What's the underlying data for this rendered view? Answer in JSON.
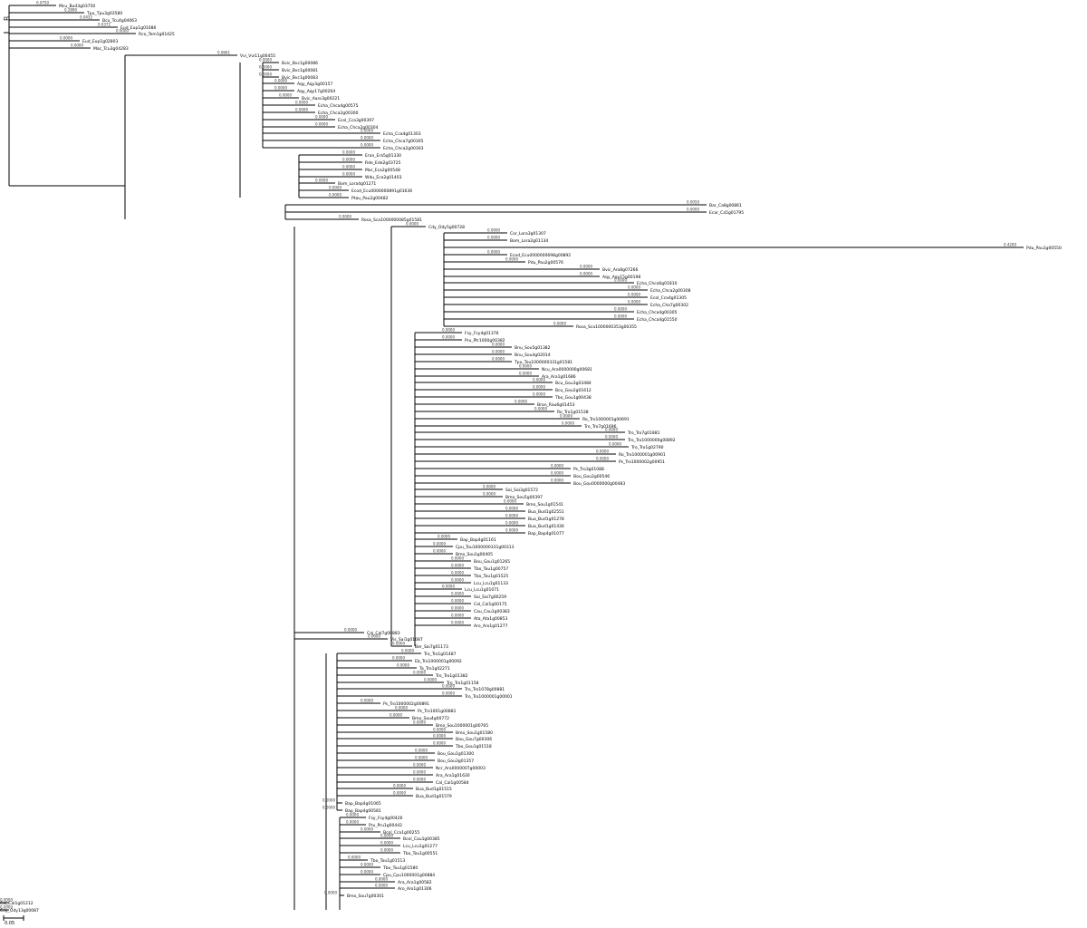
{
  "root_tag": "R",
  "scale_label": "0.05",
  "leaves": [
    {
      "label": "Mcu_Bud3g03750",
      "support": "0.0750"
    },
    {
      "label": "Tpu_Tpu3g03580",
      "support": "0.2890"
    },
    {
      "label": "Bcu_Tcu4g04063",
      "support": "0.0432"
    },
    {
      "label": "Eud_Eup1g01086",
      "support": "0.0372"
    },
    {
      "label": "Rco_Tem1g01425",
      "support": "0.0000"
    },
    {
      "label": "Eud_Eup1g02803",
      "support": "0.0000"
    },
    {
      "label": "Mac_Tcu3g04283",
      "support": "0.0000"
    },
    {
      "label": "Vvi_Vvi11g00455",
      "support": "0.0661"
    },
    {
      "label": "Bvic_Bvc1g00086",
      "support": "0.0000"
    },
    {
      "label": "Bvic_Bvc1g00081",
      "support": "0.0000"
    },
    {
      "label": "Bvic_Bvc1g00083",
      "support": "0.0000"
    },
    {
      "label": "Aqy_Aqy3g00157",
      "support": "0.0000"
    },
    {
      "label": "Aqy_Aqy17g00264",
      "support": "0.0000"
    },
    {
      "label": "Bvic_Aaro3g00221",
      "support": "0.0000"
    },
    {
      "label": "Echa_Chca4g00575",
      "support": "0.0000"
    },
    {
      "label": "Echa_Chca2g00300",
      "support": "0.0000"
    },
    {
      "label": "Ecol_Cca3g00397",
      "support": "0.0000"
    },
    {
      "label": "Echa_Chca2g00304",
      "support": "0.0000"
    },
    {
      "label": "Echa_Cca4g01303",
      "support": "0.0000"
    },
    {
      "label": "Echa_Chca7g00305",
      "support": "0.0000"
    },
    {
      "label": "Echa_Chca2g00303",
      "support": "0.0000"
    },
    {
      "label": "Eran_Era5g01330",
      "support": "0.0000"
    },
    {
      "label": "Rde_Ede2g03725",
      "support": "0.0000"
    },
    {
      "label": "Mar_Eca2g00548",
      "support": "0.0000"
    },
    {
      "label": "Wdu_Eca2g01403",
      "support": "0.0000"
    },
    {
      "label": "Bom_Lora4g01271",
      "support": "0.0000"
    },
    {
      "label": "Ecod_Ecu0000000891g01636",
      "support": "0.0000"
    },
    {
      "label": "Ptau_Pau2g00482",
      "support": "0.0000"
    },
    {
      "label": "Bar_Ca8g00861",
      "support": "0.0050"
    },
    {
      "label": "Ecar_Ca5g01795",
      "support": "0.0000"
    },
    {
      "label": "Rosa_Sca1000000085g01581",
      "support": "0.0000"
    },
    {
      "label": "Cdy_Ody5g00728",
      "support": "0.0000"
    },
    {
      "label": "Cor_Lora3g01307",
      "support": "0.0000"
    },
    {
      "label": "Bom_Lora2g01134",
      "support": "0.0000"
    },
    {
      "label": "Pdu_Pau1g00550",
      "support": "0.4200"
    },
    {
      "label": "Ecod_Ecu0000000698g00892",
      "support": "0.0000"
    },
    {
      "label": "Pdu_Pau2g00576",
      "support": "0.0000"
    },
    {
      "label": "Bvic_Aro8g07266",
      "support": "0.0000"
    },
    {
      "label": "Aqy_Aqy15g00198",
      "support": "0.0000"
    },
    {
      "label": "Echa_Chca6g01810",
      "support": "0.0000"
    },
    {
      "label": "Echa_Chca2g00308",
      "support": "0.0000"
    },
    {
      "label": "Ecol_Cca4g01305",
      "support": "0.0000"
    },
    {
      "label": "Echa_Cha7g00302",
      "support": "0.0000"
    },
    {
      "label": "Echa_Chca4g00305",
      "support": "0.0000"
    },
    {
      "label": "Echa_Chca4g01550",
      "support": "0.0000"
    },
    {
      "label": "Rosa_Sca1000000353g00355",
      "support": "0.0000"
    },
    {
      "label": "Fsy_Fsy4g01376",
      "support": "0.0000"
    },
    {
      "label": "Pru_Ptr1000g00382",
      "support": "0.0000"
    },
    {
      "label": "Bnu_Sou5g01382",
      "support": "0.0000"
    },
    {
      "label": "Bnu_Sou4g02014",
      "support": "0.0000"
    },
    {
      "label": "Tpu_Tou1000000331g01581",
      "support": "0.0000"
    },
    {
      "label": "Ncu_Ara0000000g00681",
      "support": "0.0000"
    },
    {
      "label": "Ara_Ara1g01686",
      "support": "0.0000"
    },
    {
      "label": "Bcu_Gou3g03484",
      "support": "0.0000"
    },
    {
      "label": "Bcu_Gou2g01612",
      "support": "0.0000"
    },
    {
      "label": "Tbo_Gou1g00438",
      "support": "0.0000"
    },
    {
      "label": "Bran_Rau6g01453",
      "support": "0.0000"
    },
    {
      "label": "Ro_Tro1g01538",
      "support": "0.0000"
    },
    {
      "label": "Ro_Tro1000001g00691",
      "support": "0.0000"
    },
    {
      "label": "Tro_Tro7g01696",
      "support": "0.0000"
    },
    {
      "label": "Tro_Tro7g01881",
      "support": "0.0000"
    },
    {
      "label": "Tro_Tro1000000g00892",
      "support": "0.0000"
    },
    {
      "label": "Tro_Tro1g02790",
      "support": "0.0000"
    },
    {
      "label": "Ro_Tro1000001g00901",
      "support": "0.0000"
    },
    {
      "label": "Ps_Tro1000002g00951",
      "support": "0.0000"
    },
    {
      "label": "Ps_Tro3g01088",
      "support": "0.0000"
    },
    {
      "label": "Bou_Gou2g00546",
      "support": "0.0000"
    },
    {
      "label": "Bou_Gou0000000g00483",
      "support": "0.0000"
    },
    {
      "label": "Sai_Sai3g01572",
      "support": "0.0000"
    },
    {
      "label": "Bmo_Sou5g00397",
      "support": "0.0000"
    },
    {
      "label": "Bmo_Sou1g01541",
      "support": "0.0000"
    },
    {
      "label": "Bua_Bud1g02551",
      "support": "0.0000"
    },
    {
      "label": "Bua_Bud1g01278",
      "support": "0.0000"
    },
    {
      "label": "Bua_Bud1g01436",
      "support": "0.0000"
    },
    {
      "label": "Bap_Bap4g01077",
      "support": "0.0000"
    },
    {
      "label": "Bap_Bap4g01161",
      "support": "0.0000"
    },
    {
      "label": "Cpu_Tou1000000331g00313",
      "support": "0.0000"
    },
    {
      "label": "Bmo_Sou1g00405",
      "support": "0.0000"
    },
    {
      "label": "Bou_Gou1g01265",
      "support": "0.0000"
    },
    {
      "label": "Tbo_Tou1g00757",
      "support": "0.0000"
    },
    {
      "label": "Tbo_Tou1g01525",
      "support": "0.0000"
    },
    {
      "label": "Lcu_Lcu1g01133",
      "support": "0.0000"
    },
    {
      "label": "Lcu_Lcu1g01071",
      "support": "0.0000"
    },
    {
      "label": "Sai_Sai7g00259",
      "support": "0.0000"
    },
    {
      "label": "Cal_Cal1g00175",
      "support": "0.0000"
    },
    {
      "label": "Cau_Cau1g00383",
      "support": "0.0000"
    },
    {
      "label": "Ata_Ata1g00853",
      "support": "0.0000"
    },
    {
      "label": "Aro_Aro1g01277",
      "support": "0.0000"
    },
    {
      "label": "Cal_Cal7g00883",
      "support": "0.0000"
    },
    {
      "label": "Vis_Sai1g01087",
      "support": "0.0000"
    },
    {
      "label": "Ber_Sai7g01173",
      "support": "0.0000"
    },
    {
      "label": "Tro_Tro1g01487",
      "support": "0.0000"
    },
    {
      "label": "Eb_Tro1000001g00092",
      "support": "0.0000"
    },
    {
      "label": "Ta_Tro1g02271",
      "support": "0.0000"
    },
    {
      "label": "Tro_Tro1g01382",
      "support": "0.0000"
    },
    {
      "label": "Tro_Tro1g01158",
      "support": "0.0000"
    },
    {
      "label": "Tro_Tro1078g00881",
      "support": "0.0000"
    },
    {
      "label": "Tro_Tro1000001g00001",
      "support": "0.0000"
    },
    {
      "label": "Ps_Tro1000002g00891",
      "support": "0.0000"
    },
    {
      "label": "Ps_Tro1001g00881",
      "support": "0.0000"
    },
    {
      "label": "Bmo_Sou4g00772",
      "support": "0.0000"
    },
    {
      "label": "Bmo_Sou1000001g00765",
      "support": "0.0000"
    },
    {
      "label": "Bmo_Sou1g01580",
      "support": "0.0000"
    },
    {
      "label": "Bau_Gou7g00306",
      "support": "0.0000"
    },
    {
      "label": "Tbo_Gou1g01518",
      "support": "0.0000"
    },
    {
      "label": "Bou_Gou1g01300",
      "support": "0.0000"
    },
    {
      "label": "Bou_Gou3g01357",
      "support": "0.0000"
    },
    {
      "label": "Ncr_Ara0000007g00003",
      "support": "0.0000"
    },
    {
      "label": "Ara_Ara1g01630",
      "support": "0.0000"
    },
    {
      "label": "Cal_Cal1g00584",
      "support": "0.0000"
    },
    {
      "label": "Bua_Bud1g01515",
      "support": "0.0000"
    },
    {
      "label": "Bua_Bud1g01579",
      "support": "0.0000"
    },
    {
      "label": "Bap_Bap4g01065",
      "support": "0.0000"
    },
    {
      "label": "Bap_Bap4g00581",
      "support": "0.0000"
    },
    {
      "label": "Fsy_Fsy4g00426",
      "support": "0.0000"
    },
    {
      "label": "Pru_Pru1g00442",
      "support": "0.0000"
    },
    {
      "label": "Bcol_Cca1g00255",
      "support": "0.0000"
    },
    {
      "label": "Bcol_Cau1g00385",
      "support": "0.0000"
    },
    {
      "label": "Lcu_Lcu1g01277",
      "support": "0.0000"
    },
    {
      "label": "Tbo_Tou1g00551",
      "support": "0.0000"
    },
    {
      "label": "Tbo_Tou1g01513",
      "support": "0.0000"
    },
    {
      "label": "Tbo_Tou1g01580",
      "support": "0.0000"
    },
    {
      "label": "Cpu_Cpu1000001g00884",
      "support": "0.0000"
    },
    {
      "label": "Ara_Ara1g00582",
      "support": "0.0000"
    },
    {
      "label": "Aro_Aro1g01306",
      "support": "0.0000"
    },
    {
      "label": "Bmo_Sou7g00301",
      "support": "0.0000"
    },
    {
      "label": "Cal_Cal1g01212",
      "support": "0.0000"
    },
    {
      "label": "Cdy_Ody13g00087",
      "support": "0.0000"
    }
  ]
}
